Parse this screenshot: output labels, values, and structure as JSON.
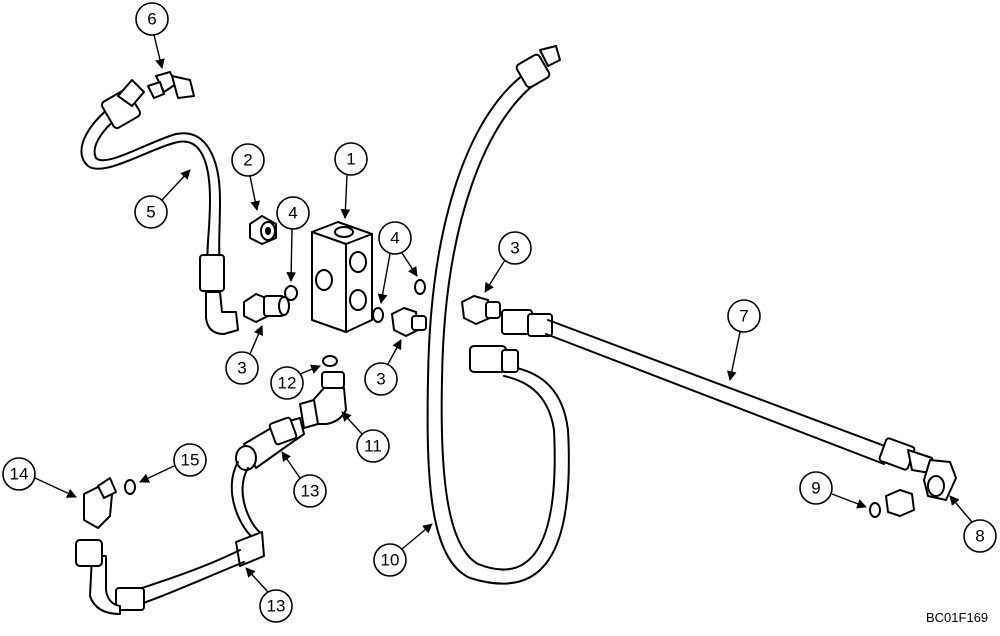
{
  "figure_code": "BC01F169",
  "callouts": [
    {
      "id": "c1",
      "label": "1"
    },
    {
      "id": "c2",
      "label": "2"
    },
    {
      "id": "c3a",
      "label": "3"
    },
    {
      "id": "c3b",
      "label": "3"
    },
    {
      "id": "c3c",
      "label": "3"
    },
    {
      "id": "c4a",
      "label": "4"
    },
    {
      "id": "c4b",
      "label": "4"
    },
    {
      "id": "c5",
      "label": "5"
    },
    {
      "id": "c6",
      "label": "6"
    },
    {
      "id": "c7",
      "label": "7"
    },
    {
      "id": "c8",
      "label": "8"
    },
    {
      "id": "c9",
      "label": "9"
    },
    {
      "id": "c10",
      "label": "10"
    },
    {
      "id": "c11",
      "label": "11"
    },
    {
      "id": "c12",
      "label": "12"
    },
    {
      "id": "c13a",
      "label": "13"
    },
    {
      "id": "c13b",
      "label": "13"
    },
    {
      "id": "c14",
      "label": "14"
    },
    {
      "id": "c15",
      "label": "15"
    }
  ]
}
